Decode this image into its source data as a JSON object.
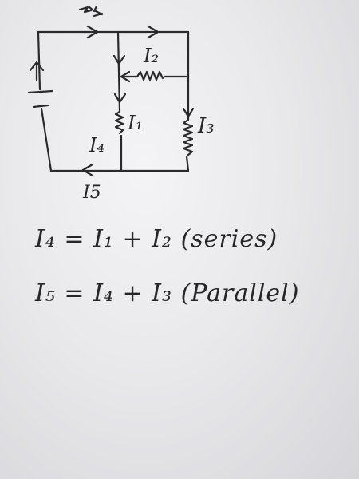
{
  "circuit": {
    "labels": {
      "i1": "I₁",
      "i2": "I₂",
      "i3": "I₃",
      "i4": "I₄",
      "i5": "I5"
    }
  },
  "equations": {
    "eq1": "I₄ = I₁ + I₂ (series)",
    "eq2": "I₅ = I₄ + I₃ (Parallel)"
  },
  "colors": {
    "ink": "#2a2a2e",
    "paper": "#ececef"
  }
}
